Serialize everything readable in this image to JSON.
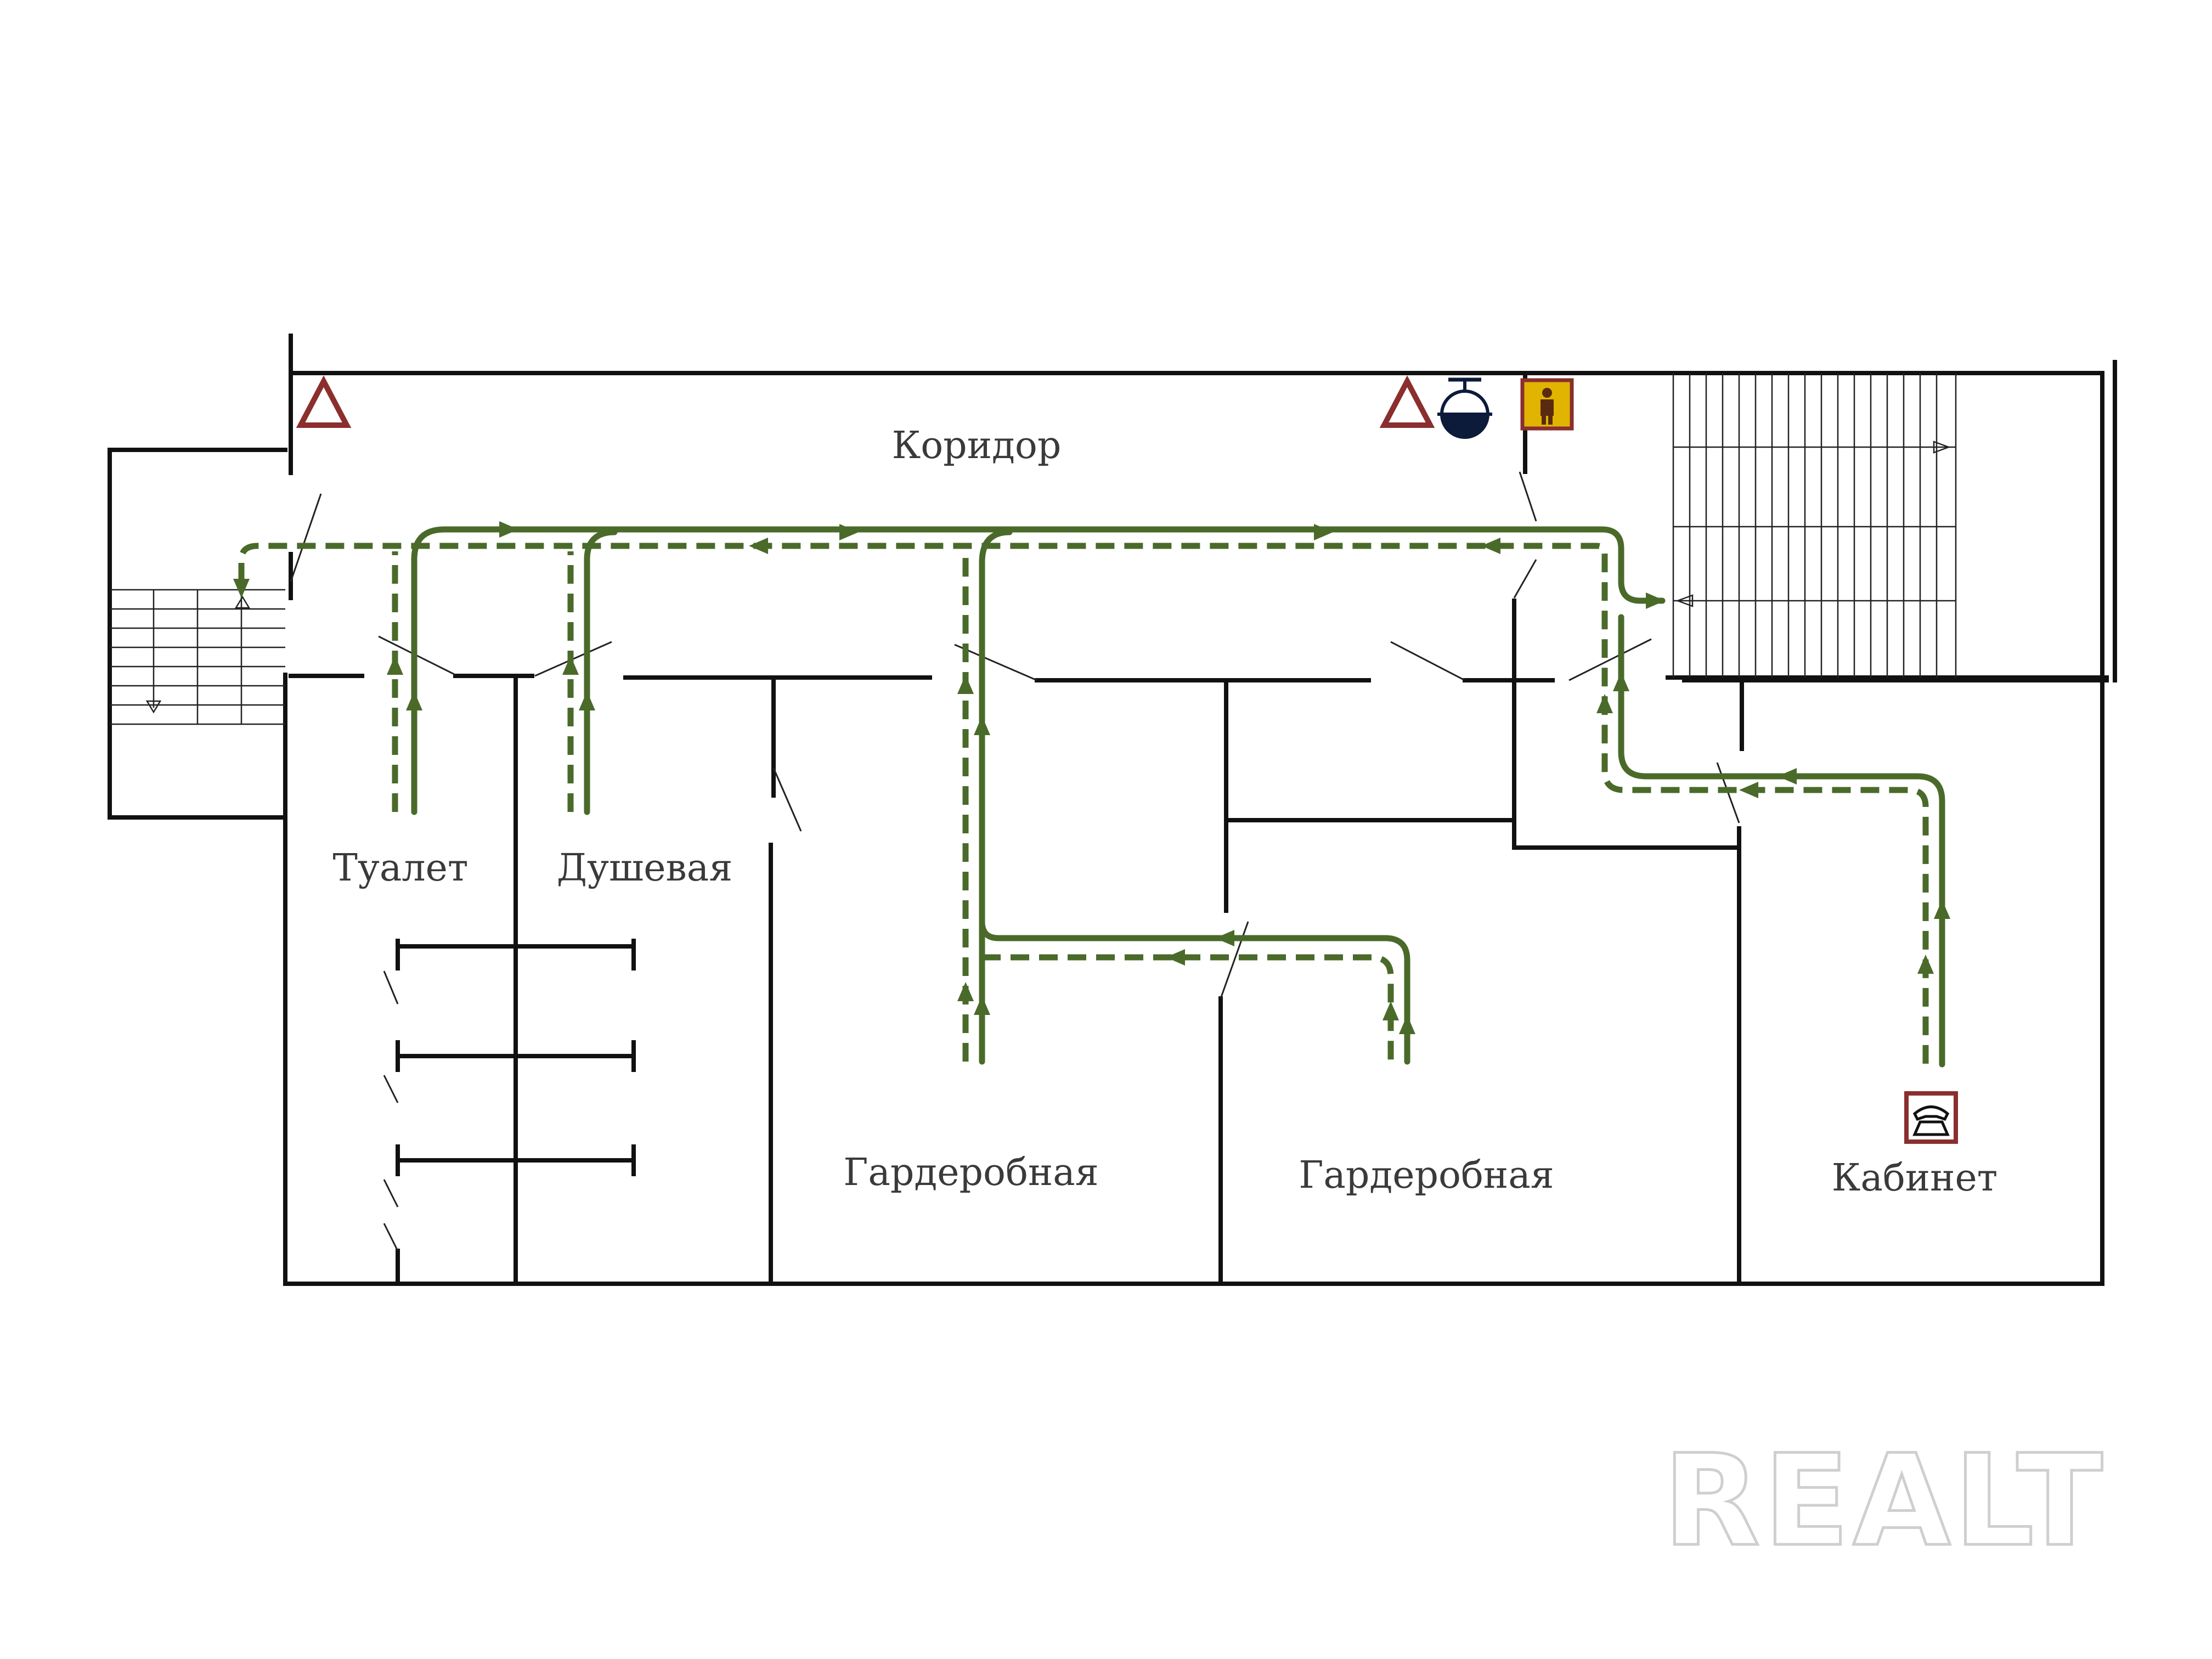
{
  "rooms": {
    "corridor": "Коридор",
    "toilet": "Туалет",
    "shower": "Душевая",
    "wardrobe_1": "Гардеробная",
    "wardrobe_2": "Гардеробная",
    "office": "Кабинет"
  },
  "watermark": "REALT",
  "colors": {
    "route": "#4a6a2a",
    "warning": "#8b2e2e",
    "sign_bg": "#e0b400",
    "walls": "#111111"
  },
  "icons": [
    "warning-triangle-icon",
    "warning-triangle-icon",
    "extinguisher-icon",
    "person-sign-icon",
    "phone-icon"
  ]
}
